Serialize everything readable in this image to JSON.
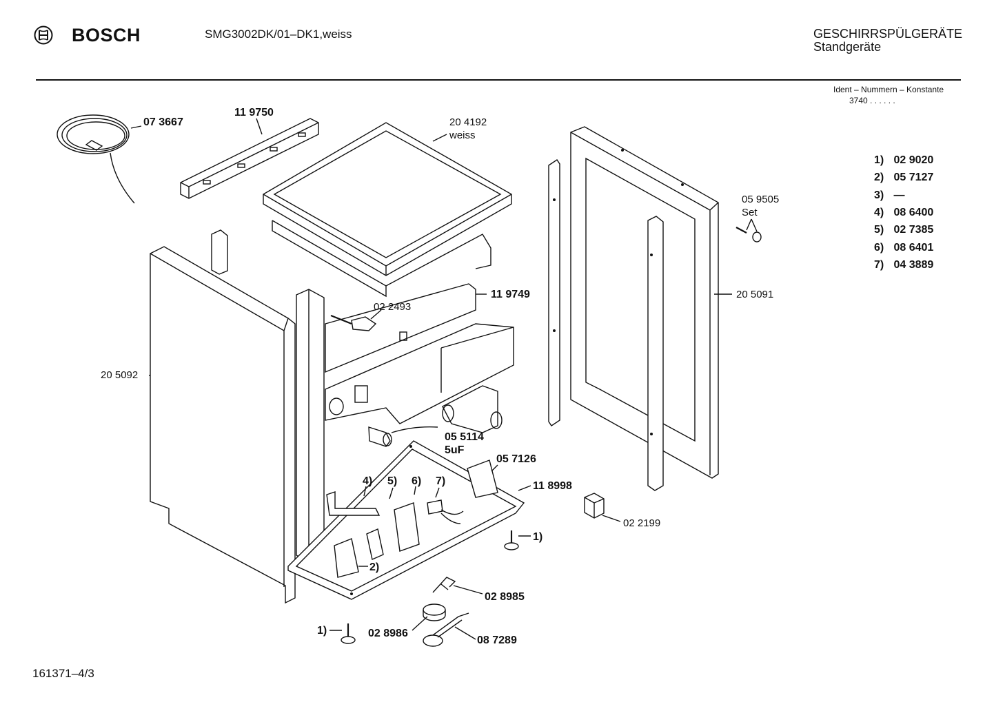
{
  "header": {
    "brand": "BOSCH",
    "model": "SMG3002DK/01–DK1,weiss",
    "category_title": "GESCHIRRSPÜLGERÄTE",
    "category_subtitle": "Standgeräte",
    "ident_label": "Ident – Nummern – Konstante",
    "ident_value": "3740 . .   . . . ."
  },
  "legend": [
    {
      "key": "1)",
      "value": "02 9020"
    },
    {
      "key": "2)",
      "value": "05 7127"
    },
    {
      "key": "3)",
      "value": "—"
    },
    {
      "key": "4)",
      "value": "08 6400"
    },
    {
      "key": "5)",
      "value": "02 7385"
    },
    {
      "key": "6)",
      "value": "08 6401"
    },
    {
      "key": "7)",
      "value": "04 3889"
    }
  ],
  "parts": {
    "p073667": "07 3667",
    "p119750": "11 9750",
    "p204192": "20 4192",
    "p204192_note": "weiss",
    "p059505": "05 9505",
    "p059505_note": "Set",
    "p119749": "11 9749",
    "p022493": "02 2493",
    "p205092": "20 5092",
    "p205091": "20 5091",
    "p055114": "05 5114",
    "p055114_note": "5uF",
    "p057126": "05 7126",
    "p118998": "11 8998",
    "p022199": "02 2199",
    "c4": "4)",
    "c5": "5)",
    "c6": "6)",
    "c7": "7)",
    "c1a": "1)",
    "c2": "2)",
    "c1b": "1)",
    "p028985": "02 8985",
    "p028986": "02 8986",
    "p087289": "08 7289"
  },
  "footer": {
    "doc_number": "161371–4/3"
  },
  "icons": {
    "logo": "bosch-armature-logo"
  }
}
